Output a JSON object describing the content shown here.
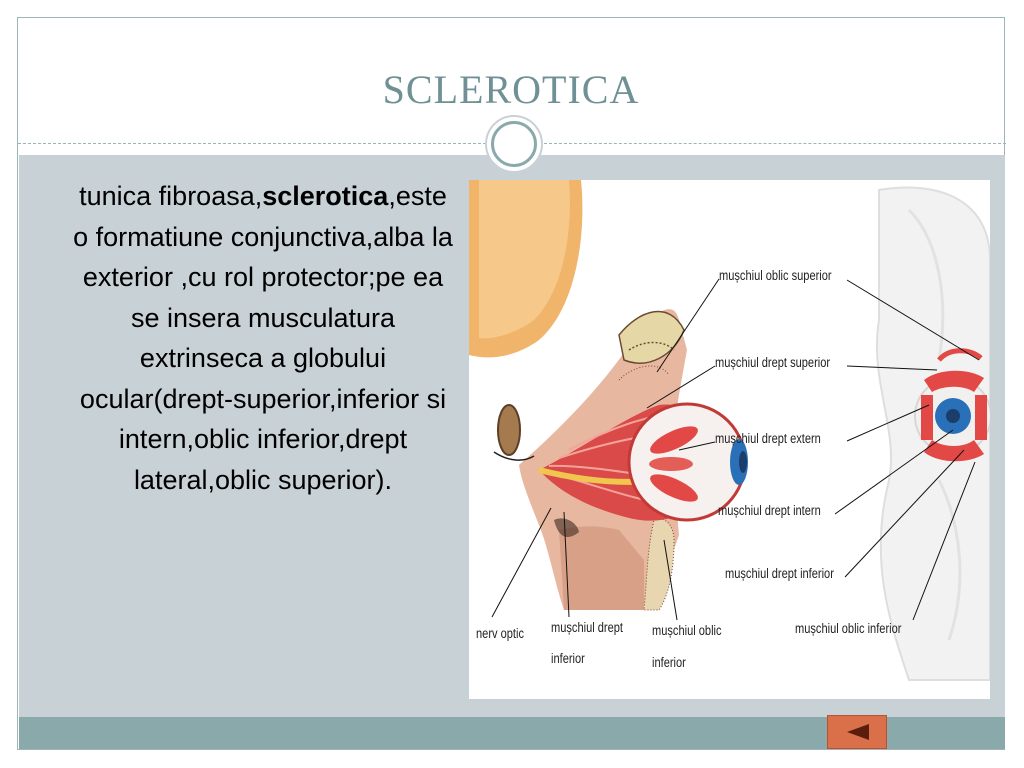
{
  "slide": {
    "title": "SCLEROTICA",
    "body": {
      "before_bold": "tunica fibroasa,",
      "bold": "sclerotica",
      "after_bold": ",este o formatiune conjunctiva,alba la exterior ,cu rol protector;pe ea se insera musculatura extrinseca a globului ocular(drept-superior,inferior si intern,oblic inferior,drept lateral,oblic superior)."
    },
    "figure": {
      "labels": {
        "oblic_superior": "mușchiul oblic superior",
        "drept_superior": "mușchiul drept superior",
        "drept_extern": "mușchiul drept extern",
        "drept_intern": "mușchiul drept intern",
        "drept_inferior_right": "mușchiul drept inferior",
        "oblic_inferior_right": "mușchiul oblic inferior",
        "nerv_optic": "nerv optic",
        "drept_inferior_bottom_1": "mușchiul drept",
        "drept_inferior_bottom_2": "inferior",
        "oblic_inferior_bottom_1": "mușchiul oblic",
        "oblic_inferior_bottom_2": "inferior"
      }
    },
    "nav": {
      "back_icon": "triangle-left-icon"
    },
    "colors": {
      "title": "#6f9095",
      "content_background": "#c8d1d6",
      "bottom_bar": "#8aa9ab",
      "back_button": "#d9704a"
    }
  }
}
